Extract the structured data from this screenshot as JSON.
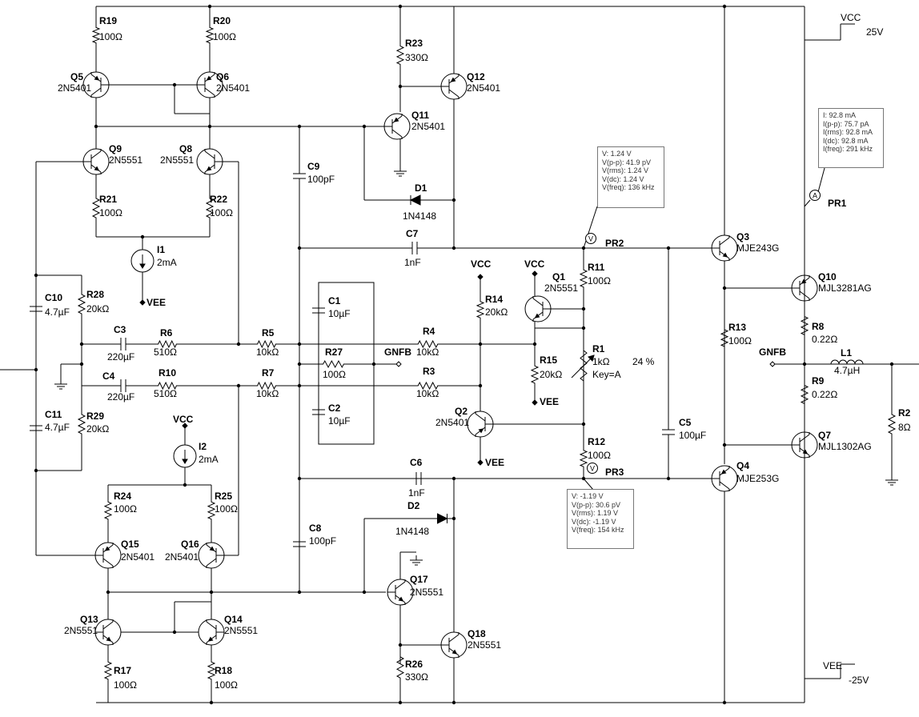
{
  "labels": {
    "R19": "R19",
    "R19v": "100Ω",
    "R20": "R20",
    "R20v": "100Ω",
    "R23": "R23",
    "R23v": "330Ω",
    "Q5": "Q5",
    "Q5t": "2N5401",
    "Q6": "Q6",
    "Q6t": "2N5401",
    "Q12": "Q12",
    "Q12t": "2N5401",
    "Q11": "Q11",
    "Q11t": "2N5401",
    "Q9": "Q9",
    "Q9t": "2N5551",
    "Q8": "Q8",
    "Q8t": "2N5551",
    "C9": "C9",
    "C9v": "100pF",
    "D1": "D1",
    "D1t": "1N4148",
    "R21": "R21",
    "R21v": "100Ω",
    "R22": "R22",
    "R22v": "100Ω",
    "I1": "I1",
    "I1v": "2mA",
    "VEE1": "VEE",
    "C7": "C7",
    "C7v": "1nF",
    "PR2": "PR2",
    "PR3": "PR3",
    "PR1": "PR1",
    "Q3": "Q3",
    "Q3t": "MJE243G",
    "Q4": "Q4",
    "Q4t": "MJE253G",
    "Q10": "Q10",
    "Q10t": "MJL3281AG",
    "Q7": "Q7",
    "Q7t": "MJL1302AG",
    "VCCtop": "VCC",
    "VCCtopv": "25V",
    "VEEbot": "VEE",
    "VEEbotv": "-25V",
    "VCC1": "VCC",
    "VCC2": "VCC",
    "VCC3": "VCC",
    "R11": "R11",
    "R11v": "100Ω",
    "Q1": "Q1",
    "Q1t": "2N5551",
    "C10": "C10",
    "C10v": "4.7µF",
    "R28": "R28",
    "R28v": "20kΩ",
    "C1": "C1",
    "C1v": "10µF",
    "R14": "R14",
    "R14v": "20kΩ",
    "C3": "C3",
    "C3v": "220µF",
    "R6": "R6",
    "R6v": "510Ω",
    "R5": "R5",
    "R5v": "10kΩ",
    "R4": "R4",
    "R4v": "10kΩ",
    "R27": "R27",
    "R27v": "100Ω",
    "GNFB1": "GNFB",
    "GNFB2": "GNFB",
    "R1": "R1",
    "R1v": "1kΩ",
    "R1k": "Key=A",
    "R1p": "24 %",
    "R13": "R13",
    "R13v": "100Ω",
    "R8": "R8",
    "R8v": "0.22Ω",
    "L1": "L1",
    "L1v": "4.7µH",
    "R9": "R9",
    "R9v": "0.22Ω",
    "R2": "R2",
    "R2v": "8Ω",
    "C4": "C4",
    "C4v": "220µF",
    "R10": "R10",
    "R10v": "510Ω",
    "R7": "R7",
    "R7v": "10kΩ",
    "R3": "R3",
    "R3v": "10kΩ",
    "R15": "R15",
    "R15v": "20kΩ",
    "VEE2": "VEE",
    "C11": "C11",
    "C11v": "4.7µF",
    "R29": "R29",
    "R29v": "20kΩ",
    "C2": "C2",
    "C2v": "10µF",
    "Q2": "Q2",
    "Q2t": "2N5401",
    "C5": "C5",
    "C5v": "100µF",
    "I2": "I2",
    "I2v": "2mA",
    "R12": "R12",
    "R12v": "100Ω",
    "VEE3": "VEE",
    "C6": "C6",
    "C6v": "1nF",
    "R24": "R24",
    "R24v": "100Ω",
    "R25": "R25",
    "R25v": "100Ω",
    "D2": "D2",
    "D2t": "1N4148",
    "Q15": "Q15",
    "Q15t": "2N5401",
    "Q16": "Q16",
    "Q16t": "2N5401",
    "C8": "C8",
    "C8v": "100pF",
    "Q17": "Q17",
    "Q17t": "2N5551",
    "Q13": "Q13",
    "Q13t": "2N5551",
    "Q14": "Q14",
    "Q14t": "2N5551",
    "Q18": "Q18",
    "Q18t": "2N5551",
    "R26": "R26",
    "R26v": "330Ω",
    "R17": "R17",
    "R17v": "100Ω",
    "R18": "R18",
    "R18v": "100Ω"
  },
  "probes": {
    "pr1": [
      "I: 92.8 mA",
      "I(p-p): 75.7 pA",
      "I(rms): 92.8 mA",
      "I(dc): 92.8 mA",
      "I(freq): 291 kHz"
    ],
    "pr2": [
      "V: 1.24 V",
      "V(p-p): 41.9 pV",
      "V(rms): 1.24 V",
      "V(dc): 1.24 V",
      "V(freq): 136 kHz"
    ],
    "pr3": [
      "V: -1.19 V",
      "V(p-p): 30.6 pV",
      "V(rms): 1.19 V",
      "V(dc): -1.19 V",
      "V(freq): 154 kHz"
    ]
  },
  "colors": {
    "wire": "#000000",
    "probe_accent": "#2e7d32"
  }
}
